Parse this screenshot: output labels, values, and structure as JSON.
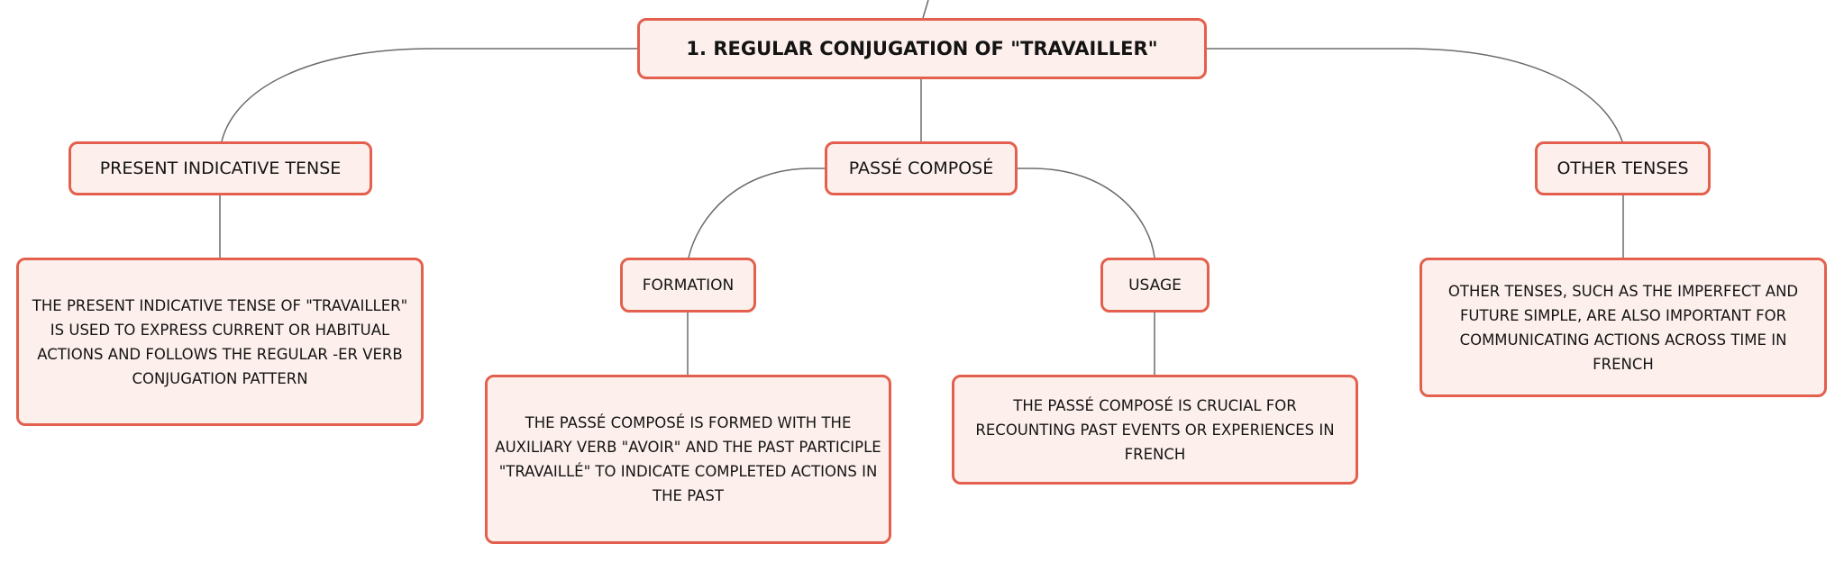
{
  "colors": {
    "node_fill": "#fdf0ec",
    "node_border": "#e2604d",
    "connector": "#6b6b6b",
    "text": "#141414"
  },
  "root": {
    "label": "1. REGULAR CONJUGATION OF \"TRAVAILLER\""
  },
  "branches": {
    "present": {
      "label": "PRESENT INDICATIVE TENSE",
      "description": "THE PRESENT INDICATIVE TENSE OF \"TRAVAILLER\" IS USED TO EXPRESS CURRENT OR HABITUAL ACTIONS AND FOLLOWS THE REGULAR -ER VERB CONJUGATION PATTERN"
    },
    "passe_compose": {
      "label": "PASSÉ COMPOSÉ",
      "formation": {
        "label": "FORMATION",
        "description": "THE PASSÉ COMPOSÉ IS FORMED WITH THE AUXILIARY VERB \"AVOIR\" AND THE PAST PARTICIPLE \"TRAVAILLÉ\" TO INDICATE COMPLETED ACTIONS IN THE PAST"
      },
      "usage": {
        "label": "USAGE",
        "description": "THE PASSÉ COMPOSÉ IS CRUCIAL FOR RECOUNTING PAST EVENTS OR EXPERIENCES IN FRENCH"
      }
    },
    "other": {
      "label": "OTHER TENSES",
      "description": "OTHER TENSES, SUCH AS THE IMPERFECT AND FUTURE SIMPLE, ARE ALSO IMPORTANT FOR COMMUNICATING ACTIONS ACROSS TIME IN FRENCH"
    }
  }
}
